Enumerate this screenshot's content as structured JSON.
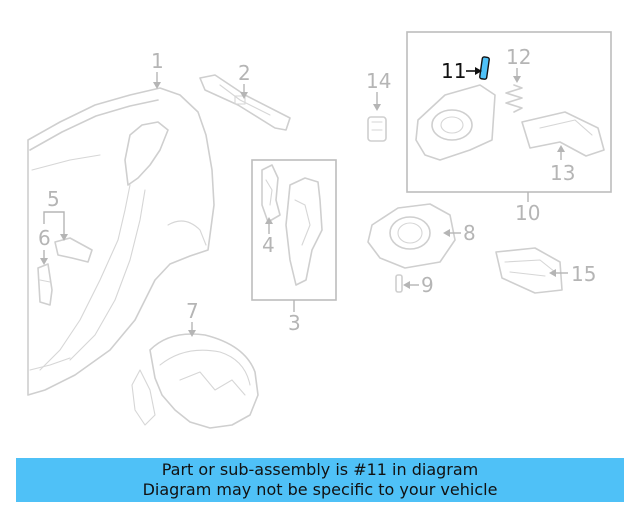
{
  "callouts": {
    "c1": "1",
    "c2": "2",
    "c3": "3",
    "c4": "4",
    "c5": "5",
    "c6": "6",
    "c7": "7",
    "c8": "8",
    "c9": "9",
    "c10": "10",
    "c11": "11",
    "c12": "12",
    "c13": "13",
    "c14": "14",
    "c15": "15"
  },
  "highlighted_part": "11",
  "colors": {
    "caption_background": "#4fc1f7",
    "highlight": "#111111",
    "line_art": "#cfcfcf",
    "callout_text": "#b5b5b5",
    "highlighted_part_fill": "#4fc1f7"
  },
  "caption": {
    "line1": "Part or sub-assembly is #11 in diagram",
    "line2": "Diagram may not be specific to your vehicle"
  }
}
